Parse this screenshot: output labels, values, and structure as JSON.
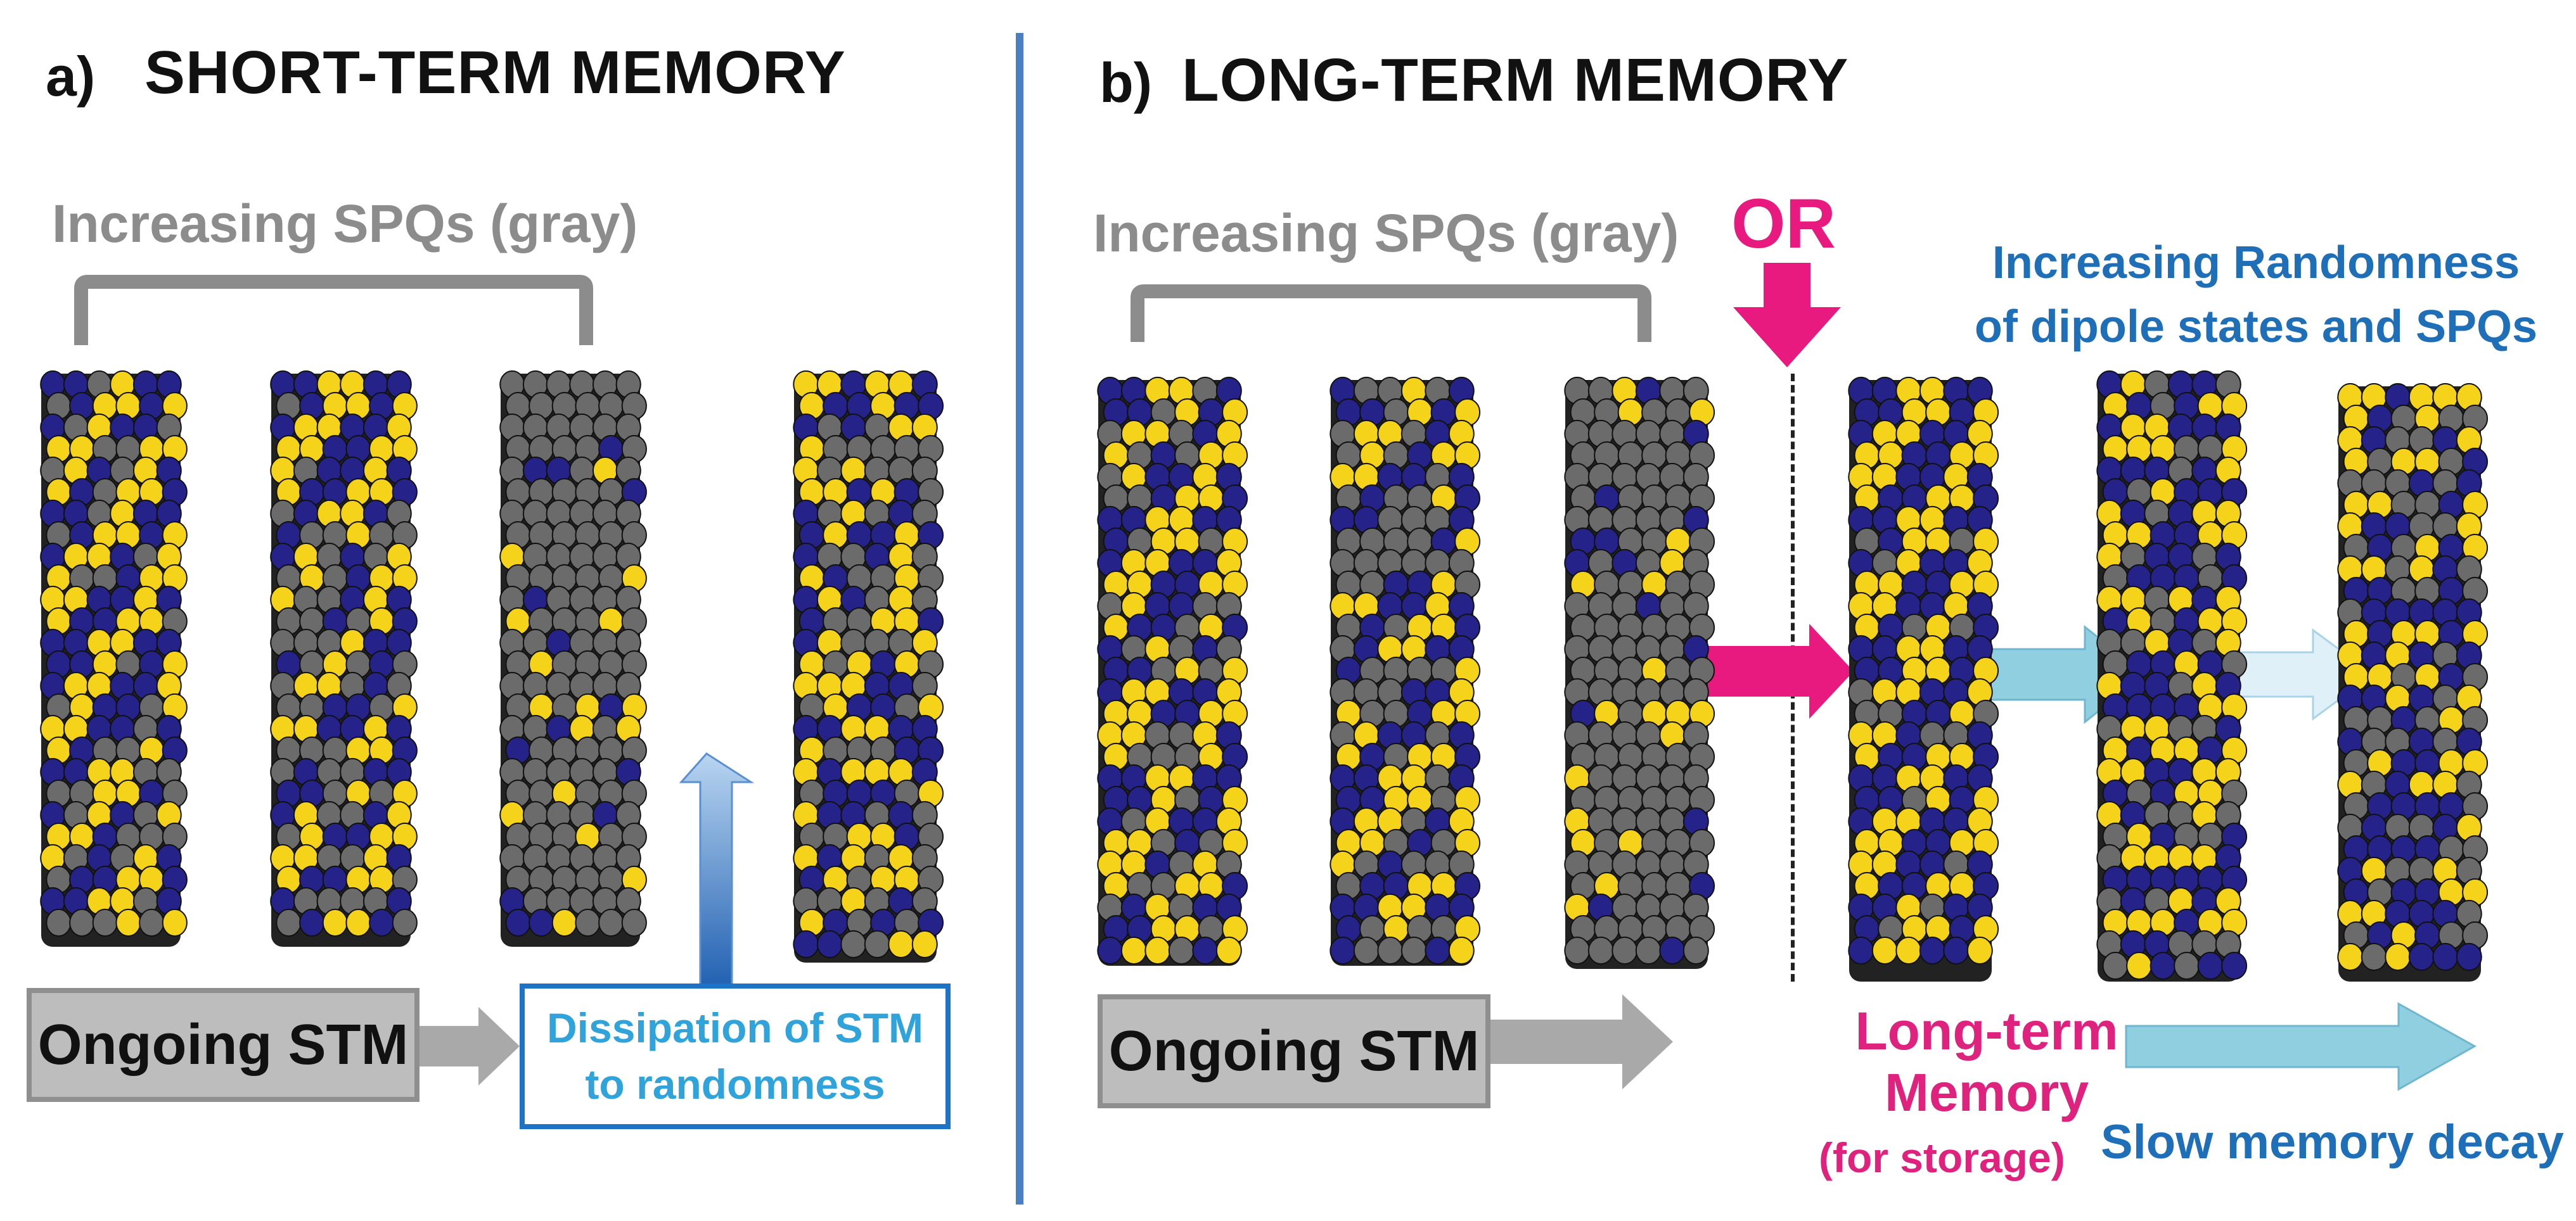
{
  "panel_a": {
    "letter": "a)",
    "title": "SHORT-TERM MEMORY",
    "spq_label": "Increasing SPQs (gray)",
    "stm_box": "Ongoing STM",
    "dissipation_line1": "Dissipation of STM",
    "dissipation_line2": "to randomness"
  },
  "panel_b": {
    "letter": "b)",
    "title": "LONG-TERM MEMORY",
    "spq_label": "Increasing SPQs (gray)",
    "or_label": "OR",
    "randomness_line1": "Increasing Randomness",
    "randomness_line2": "of dipole states and SPQs",
    "stm_box": "Ongoing STM",
    "ltm_line1": "Long-term",
    "ltm_line2": "Memory",
    "ltm_line3": "(for storage)",
    "decay_label": "Slow memory decay"
  },
  "colors": {
    "tubulin_yellow": "#f5d31a",
    "tubulin_blue": "#25238a",
    "tubulin_gray": "#6b6b6b",
    "magenta": "#e8197f",
    "light_blue": "#8fcfe0",
    "pale_blue": "#dff0f8",
    "dark_blue": "#1f6fb8",
    "gray_arrow": "#a9a9a9",
    "bracket_gray": "#8c8c8c"
  },
  "microtubules": {
    "panel_a": [
      {
        "pattern": "helical-yellow-blue",
        "gray_fraction": 0.2
      },
      {
        "pattern": "helical-yellow-blue",
        "gray_fraction": 0.35
      },
      {
        "pattern": "mostly-gray",
        "gray_fraction": 0.75
      },
      {
        "pattern": "random",
        "gray_fraction": 0.3
      }
    ],
    "panel_b": [
      {
        "pattern": "helical-yellow-blue",
        "gray_fraction": 0.2
      },
      {
        "pattern": "helical-yellow-blue",
        "gray_fraction": 0.35
      },
      {
        "pattern": "mostly-gray",
        "gray_fraction": 0.75
      },
      {
        "pattern": "helical-yellow-blue",
        "gray_fraction": 0.08
      },
      {
        "pattern": "semi-random",
        "gray_fraction": 0.2
      },
      {
        "pattern": "random",
        "gray_fraction": 0.3
      }
    ]
  },
  "icons": {
    "bracket": "bracket-icon",
    "down_arrow": "down-arrow-icon",
    "right_arrow": "right-arrow-icon",
    "up_arrow": "up-arrow-icon"
  }
}
